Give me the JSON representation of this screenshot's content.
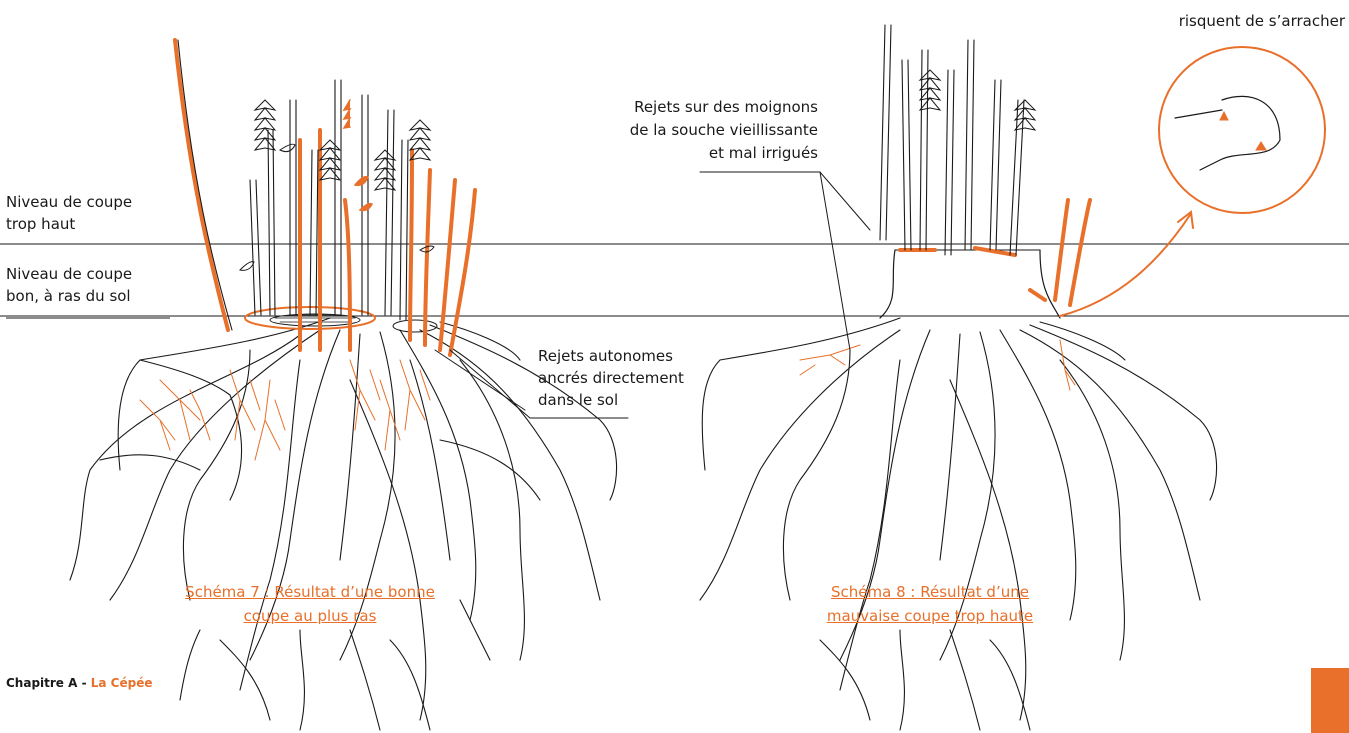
{
  "colors": {
    "accent": "#e8702a",
    "ink": "#1a1a1a"
  },
  "labels": {
    "level_too_high_1": "Niveau de coupe",
    "level_too_high_2": "trop haut",
    "level_good_1": "Niveau de coupe",
    "level_good_2": "bon, à ras du sol",
    "autonomous_1": "Rejets autonomes",
    "autonomous_2": "ancrés directement",
    "autonomous_3": "dans le sol",
    "stumps_1": "Rejets sur des moignons",
    "stumps_2": "de la souche vieillissante",
    "stumps_3": "et mal irrigués",
    "tear_1": "risquent de s’arracher"
  },
  "captions": {
    "schema7_1": "Schéma 7 : Résultat d’une bonne",
    "schema7_2": "coupe au plus ras",
    "schema8_1": "Schéma 8 : Résultat d’une",
    "schema8_2": "mauvaise coupe trop haute"
  },
  "footer": {
    "chapter": "Chapitre A - ",
    "title": "La Cépée"
  }
}
